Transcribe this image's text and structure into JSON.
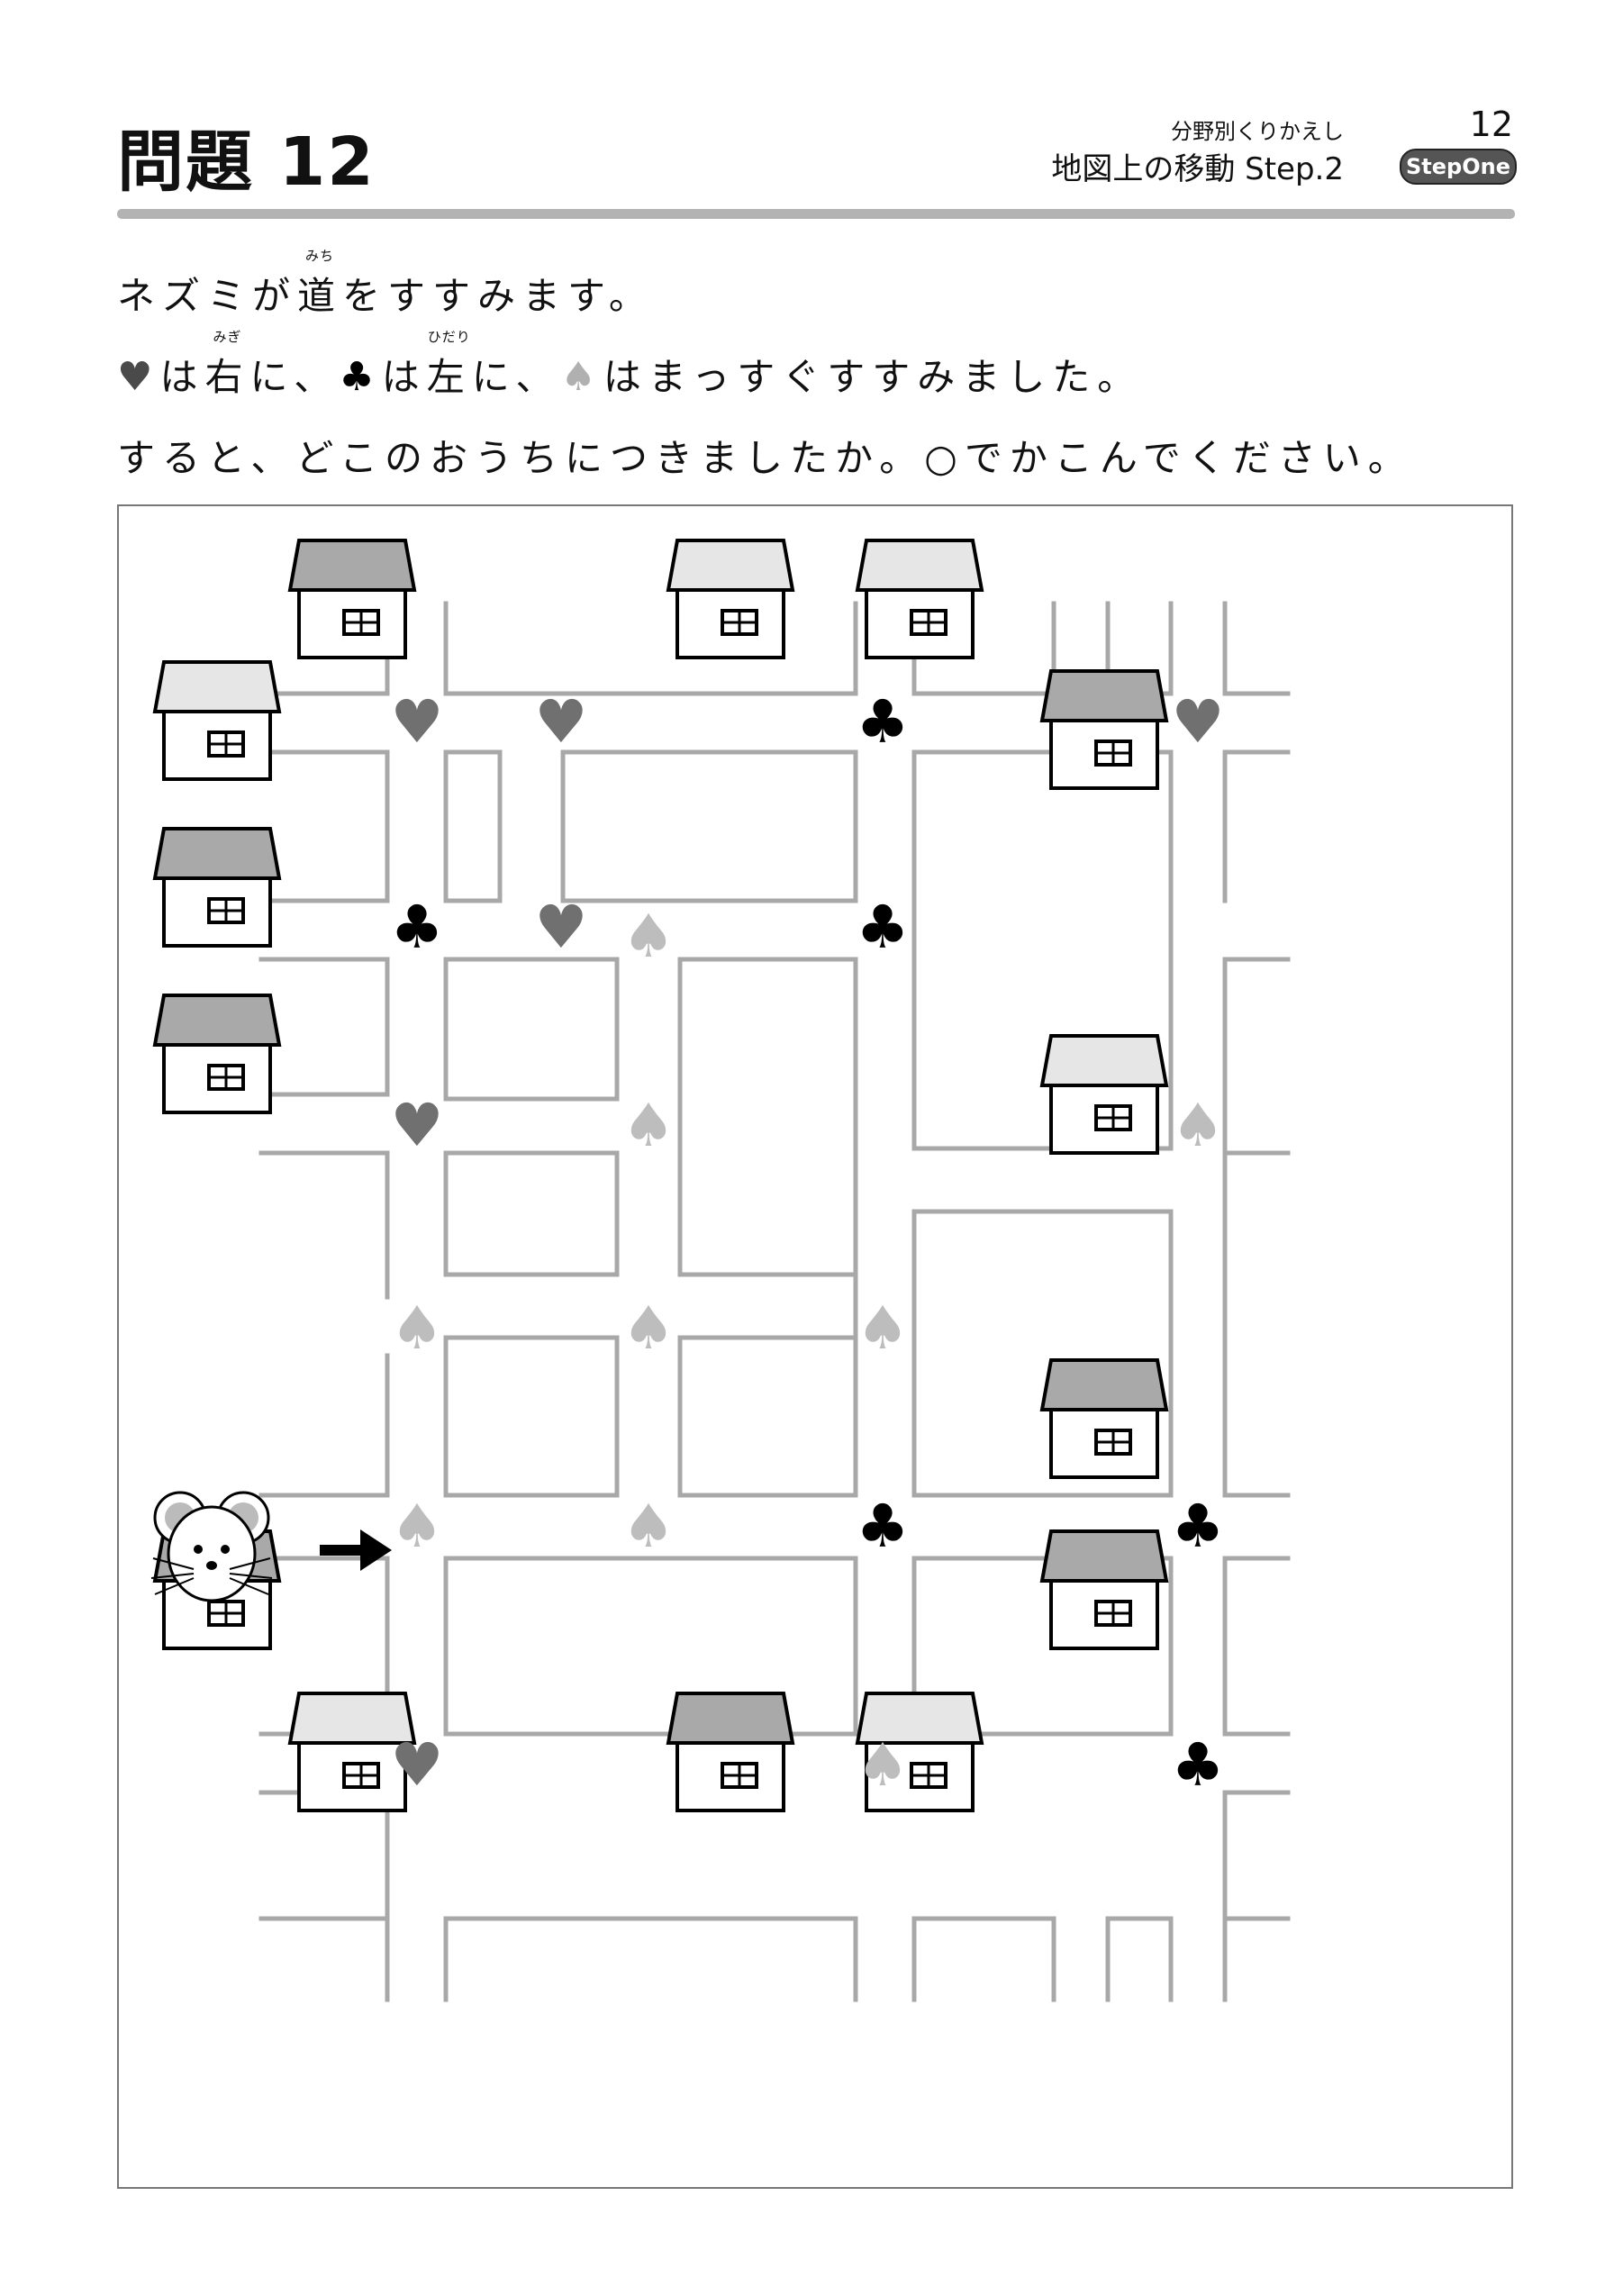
{
  "header": {
    "title": "問題 12",
    "category": "分野別くりかえし",
    "page_number": "12",
    "subtitle": "地図上の移動 Step.2",
    "brand": "StepOne"
  },
  "instructions": {
    "line1": {
      "before": "ネズミが",
      "kanji": "道",
      "ruby": "みち",
      "after": "をすすみます。"
    },
    "line2": {
      "heart_symbol": "♥",
      "part1": "は",
      "kanji1": "右",
      "ruby1": "みぎ",
      "part2": "に、",
      "club_symbol": "♣",
      "part3": "は",
      "kanji2": "左",
      "ruby2": "ひだり",
      "part4": "に、",
      "spade_symbol": "♠",
      "part5": "はまっすぐすすみました。"
    },
    "line3": "すると、どこのおうちにつきましたか。○でかこんでください。"
  },
  "colors": {
    "road": "#a8a8a8",
    "heart": "#707070",
    "club": "#000000",
    "spade": "#bdbdbd",
    "house_dark_roof": "#a9a9a9",
    "house_light_roof": "#e6e6e6",
    "rule": "#b3b3b3"
  },
  "icons": {
    "mouse": "mouse-icon",
    "arrow": "arrow-right-icon",
    "house": "house-icon",
    "heart": "heart-icon",
    "club": "club-icon",
    "spade": "spade-icon"
  }
}
